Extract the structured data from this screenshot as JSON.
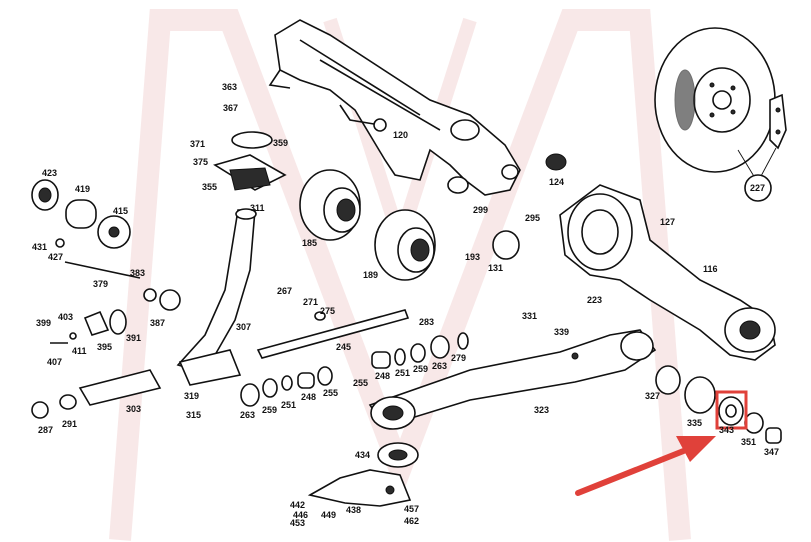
{
  "diagram": {
    "callout_circle_label": "227",
    "highlight_color": "#e0413a",
    "arrow_color": "#e0413a",
    "watermark_color": "#f3d6d6",
    "labels": [
      {
        "id": "363",
        "text": "363"
      },
      {
        "id": "367",
        "text": "367"
      },
      {
        "id": "371",
        "text": "371"
      },
      {
        "id": "359",
        "text": "359"
      },
      {
        "id": "375",
        "text": "375"
      },
      {
        "id": "355",
        "text": "355"
      },
      {
        "id": "311",
        "text": "311"
      },
      {
        "id": "120",
        "text": "120"
      },
      {
        "id": "124",
        "text": "124"
      },
      {
        "id": "299",
        "text": "299"
      },
      {
        "id": "295",
        "text": "295"
      },
      {
        "id": "127",
        "text": "127"
      },
      {
        "id": "423",
        "text": "423"
      },
      {
        "id": "419",
        "text": "419"
      },
      {
        "id": "415",
        "text": "415"
      },
      {
        "id": "431",
        "text": "431"
      },
      {
        "id": "427",
        "text": "427"
      },
      {
        "id": "379",
        "text": "379"
      },
      {
        "id": "383",
        "text": "383"
      },
      {
        "id": "387",
        "text": "387"
      },
      {
        "id": "399",
        "text": "399"
      },
      {
        "id": "403",
        "text": "403"
      },
      {
        "id": "395",
        "text": "395"
      },
      {
        "id": "391",
        "text": "391"
      },
      {
        "id": "407",
        "text": "407"
      },
      {
        "id": "411",
        "text": "411"
      },
      {
        "id": "185",
        "text": "185"
      },
      {
        "id": "189",
        "text": "189"
      },
      {
        "id": "193",
        "text": "193"
      },
      {
        "id": "131",
        "text": "131"
      },
      {
        "id": "116",
        "text": "116"
      },
      {
        "id": "223",
        "text": "223"
      },
      {
        "id": "331",
        "text": "331"
      },
      {
        "id": "339",
        "text": "339"
      },
      {
        "id": "267",
        "text": "267"
      },
      {
        "id": "271",
        "text": "271"
      },
      {
        "id": "275",
        "text": "275"
      },
      {
        "id": "283",
        "text": "283"
      },
      {
        "id": "307",
        "text": "307"
      },
      {
        "id": "245",
        "text": "245"
      },
      {
        "id": "255a",
        "text": "255"
      },
      {
        "id": "248a",
        "text": "248"
      },
      {
        "id": "251a",
        "text": "251"
      },
      {
        "id": "259a",
        "text": "259"
      },
      {
        "id": "263a",
        "text": "263"
      },
      {
        "id": "279",
        "text": "279"
      },
      {
        "id": "319",
        "text": "319"
      },
      {
        "id": "315",
        "text": "315"
      },
      {
        "id": "303",
        "text": "303"
      },
      {
        "id": "287",
        "text": "287"
      },
      {
        "id": "291",
        "text": "291"
      },
      {
        "id": "263b",
        "text": "263"
      },
      {
        "id": "259b",
        "text": "259"
      },
      {
        "id": "251b",
        "text": "251"
      },
      {
        "id": "248b",
        "text": "248"
      },
      {
        "id": "255b",
        "text": "255"
      },
      {
        "id": "323",
        "text": "323"
      },
      {
        "id": "327",
        "text": "327"
      },
      {
        "id": "335",
        "text": "335"
      },
      {
        "id": "343",
        "text": "343"
      },
      {
        "id": "351",
        "text": "351"
      },
      {
        "id": "347",
        "text": "347"
      },
      {
        "id": "434",
        "text": "434"
      },
      {
        "id": "442",
        "text": "442"
      },
      {
        "id": "446",
        "text": "446"
      },
      {
        "id": "449",
        "text": "449"
      },
      {
        "id": "453",
        "text": "453"
      },
      {
        "id": "438",
        "text": "438"
      },
      {
        "id": "457",
        "text": "457"
      },
      {
        "id": "462",
        "text": "462"
      }
    ]
  }
}
